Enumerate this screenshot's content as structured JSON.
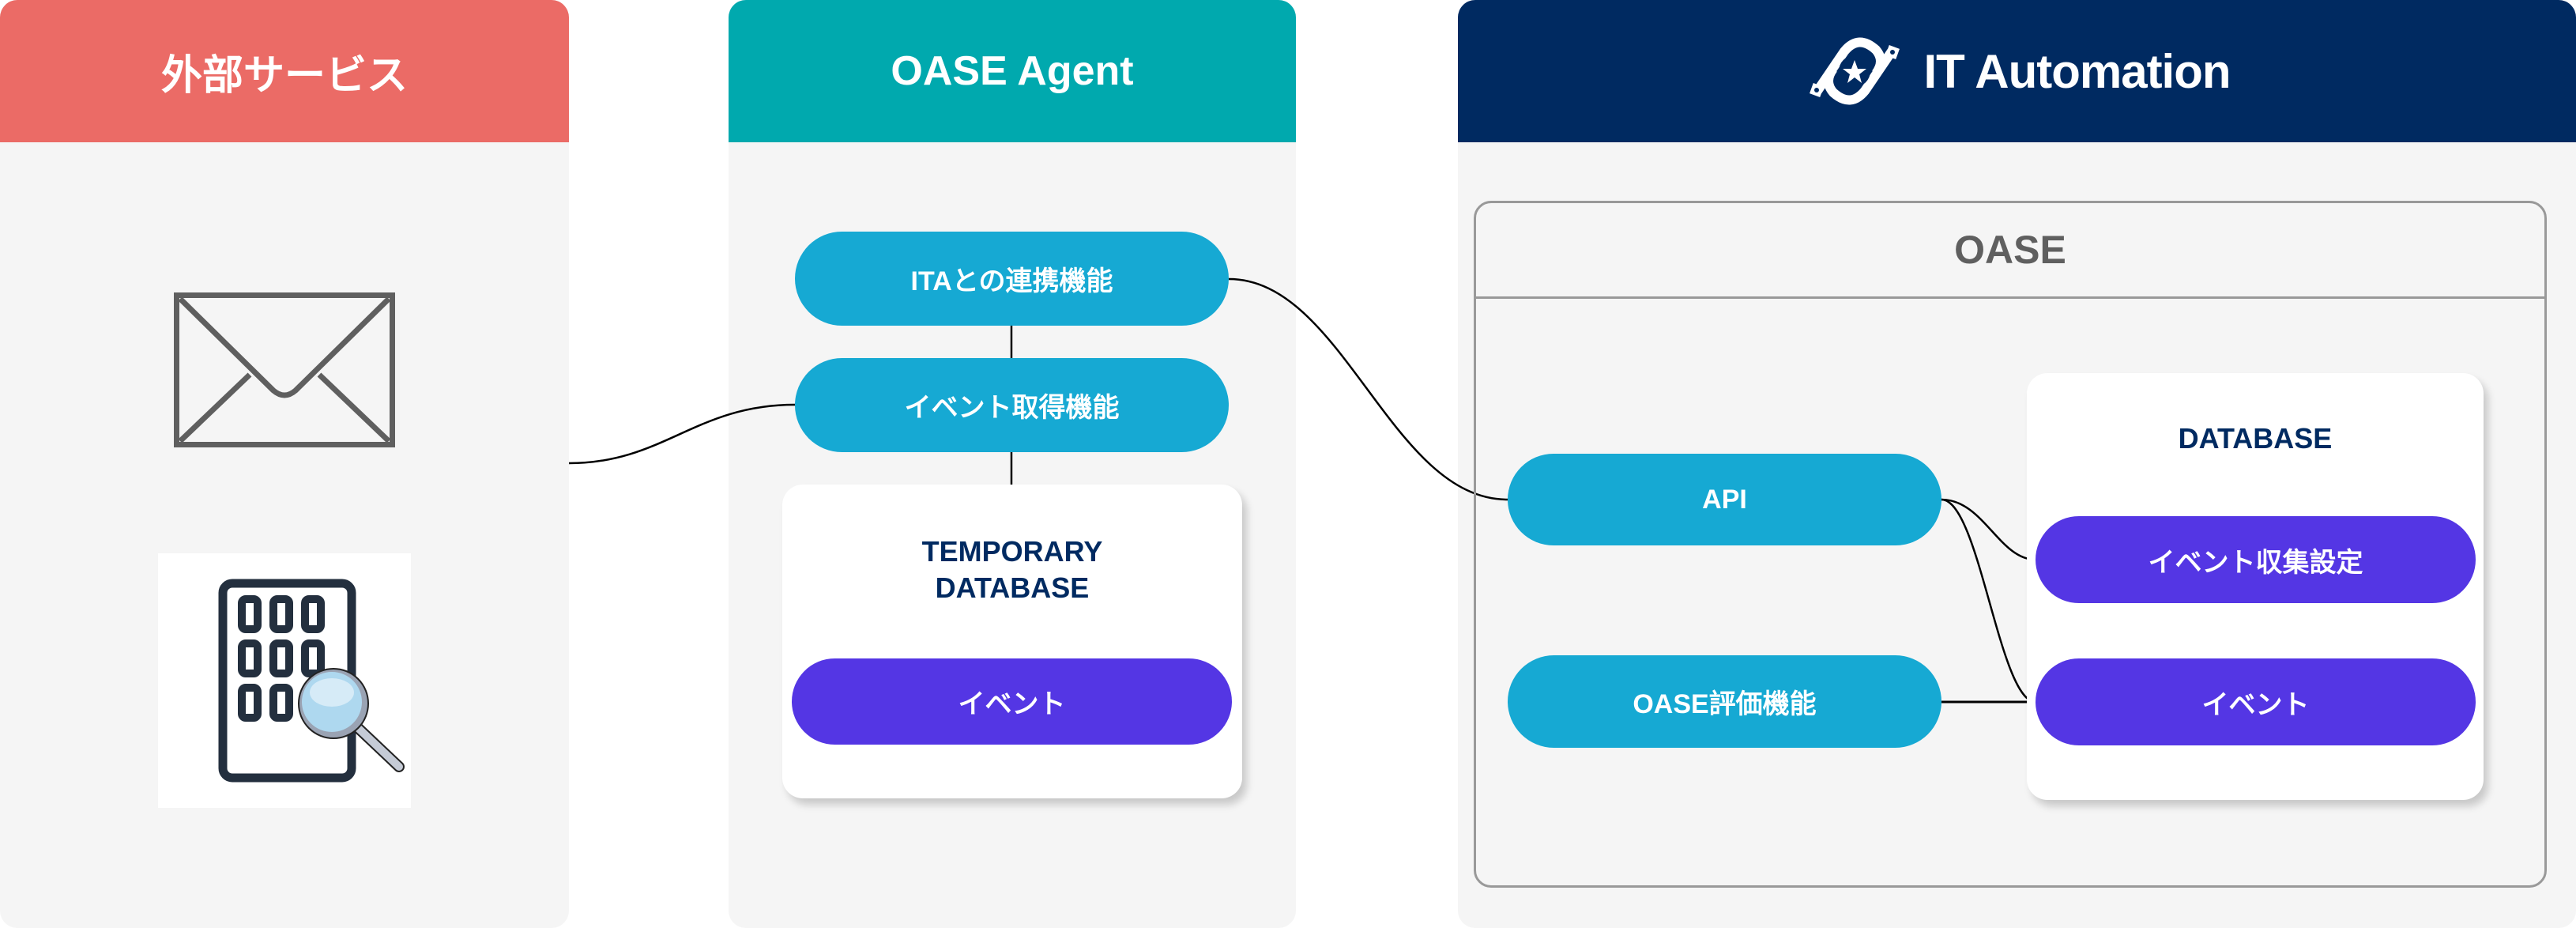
{
  "panels": {
    "external": {
      "title": "外部サービス",
      "header_color": "#eb6b66",
      "icons": [
        "mail-envelope-icon",
        "building-search-icon"
      ]
    },
    "agent": {
      "title": "OASE Agent",
      "header_color": "#00a9ae",
      "nodes": {
        "ita_link": "ITAとの連携機能",
        "event_fetch": "イベント取得機能"
      },
      "temp_db": {
        "title_line1": "TEMPORARY",
        "title_line2": "DATABASE",
        "event": "イベント"
      }
    },
    "ita": {
      "title": "IT Automation",
      "header_color": "#002a61",
      "logo_icon": "ita-logo-icon",
      "oase": {
        "title": "OASE",
        "nodes": {
          "api": "API",
          "evaluation": "OASE評価機能"
        },
        "database": {
          "title": "DATABASE",
          "event_collection_settings": "イベント収集設定",
          "event": "イベント"
        }
      }
    }
  },
  "colors": {
    "function_node": "#16a9d3",
    "data_node": "#5436e4",
    "db_title": "#002a61",
    "panel_bg": "#f5f5f5",
    "connector": "#000000"
  },
  "connections": [
    {
      "from": "external-service",
      "to": "event-fetch-function"
    },
    {
      "from": "ita-link-function",
      "to": "event-fetch-function"
    },
    {
      "from": "event-fetch-function",
      "to": "temporary-database"
    },
    {
      "from": "ita-link-function",
      "to": "api"
    },
    {
      "from": "api",
      "to": "event-collection-settings"
    },
    {
      "from": "api",
      "to": "oase-event"
    },
    {
      "from": "oase-evaluation-function",
      "to": "oase-event"
    }
  ]
}
